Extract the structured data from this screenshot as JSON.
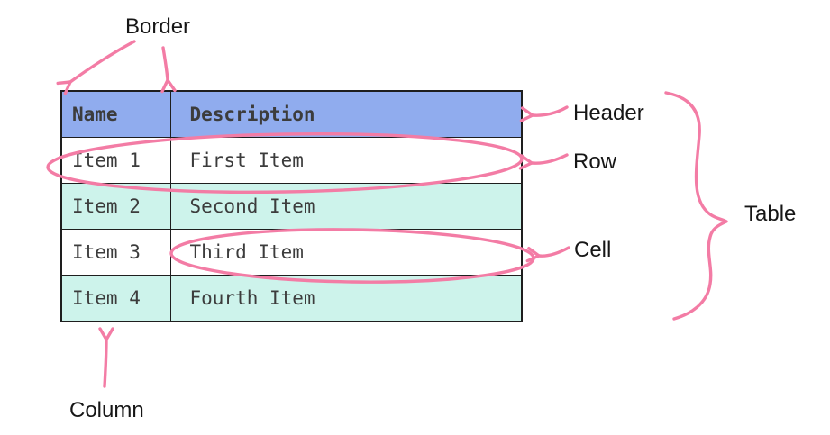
{
  "table": {
    "columns": [
      "Name",
      "Description"
    ],
    "rows": [
      [
        "Item 1",
        "First Item"
      ],
      [
        "Item 2",
        "Second Item"
      ],
      [
        "Item 3",
        "Third Item"
      ],
      [
        "Item 4",
        "Fourth Item"
      ]
    ]
  },
  "annotations": {
    "border_label": "Border",
    "header_label": "Header",
    "row_label": "Row",
    "cell_label": "Cell",
    "table_label": "Table",
    "column_label": "Column"
  },
  "colors": {
    "header_bg": "#90ACEE",
    "row_bg": "#FFFFFF",
    "row_alt_bg": "#CDF3EB",
    "table_border": "#1E1E1E",
    "cell_text": "#3C3C3C",
    "label_text": "#161616",
    "annotation_pink": "#F37CA5",
    "canvas_bg": "#FFFFFF"
  }
}
